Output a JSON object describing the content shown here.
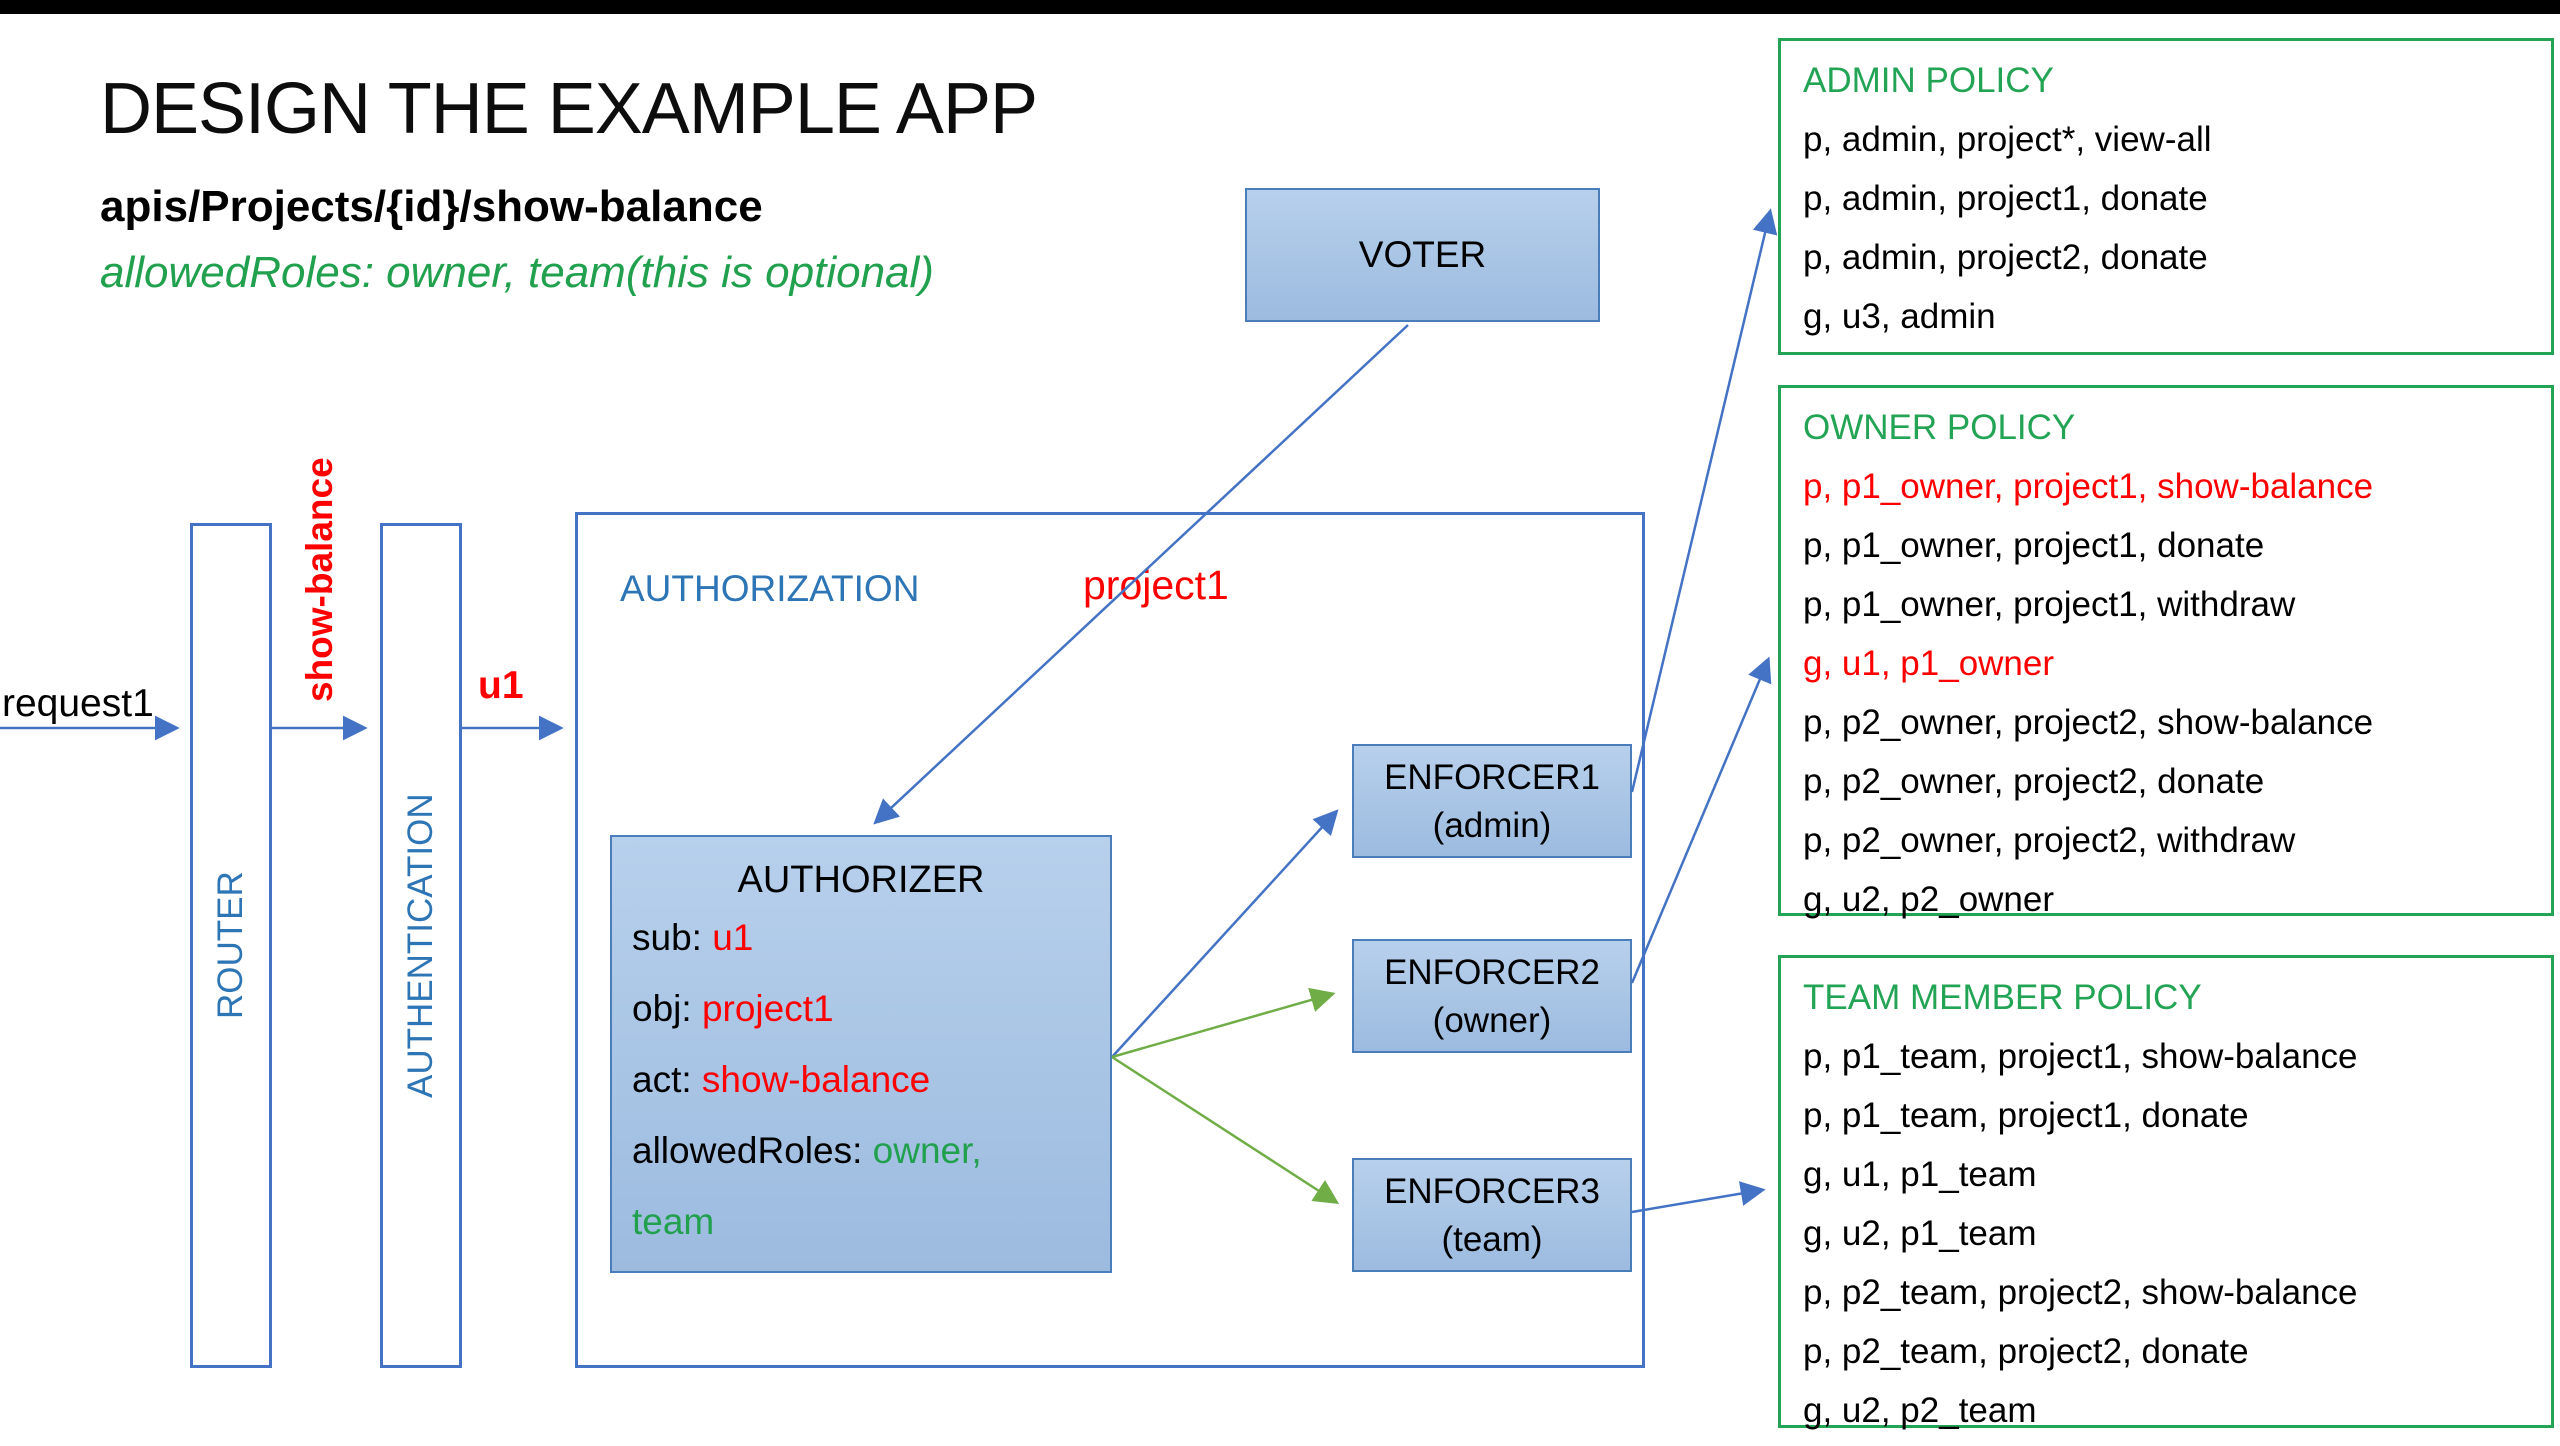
{
  "header": {
    "title": "DESIGN THE EXAMPLE APP",
    "subtitle": "apis/Projects/{id}/show-balance",
    "note": "allowedRoles: owner, team(this is optional)"
  },
  "flow": {
    "request_label": "request1",
    "router_label": "ROUTER",
    "show_balance_label": "show-balance",
    "authentication_label": "AUTHENTICATION",
    "u1_label": "u1",
    "authorization_label": "AUTHORIZATION",
    "project1_label": "project1",
    "voter_label": "VOTER"
  },
  "authorizer": {
    "title": "AUTHORIZER",
    "fields": [
      {
        "label": "sub: ",
        "value": "u1"
      },
      {
        "label": "obj: ",
        "value": "project1"
      },
      {
        "label": "act: ",
        "value": "show-balance"
      },
      {
        "label": "allowedRoles: ",
        "value": "owner,"
      },
      {
        "label": "",
        "value": "team"
      }
    ]
  },
  "enforcers": [
    {
      "name": "ENFORCER1",
      "role": "(admin)"
    },
    {
      "name": "ENFORCER2",
      "role": "(owner)"
    },
    {
      "name": "ENFORCER3",
      "role": "(team)"
    }
  ],
  "policies": {
    "admin": {
      "title": "ADMIN POLICY",
      "lines": [
        "p, admin, project*, view-all",
        "p, admin, project1, donate",
        "p, admin, project2, donate",
        "g, u3, admin"
      ]
    },
    "owner": {
      "title": "OWNER POLICY",
      "lines": [
        "p, p1_owner, project1, show-balance",
        "p, p1_owner, project1, donate",
        "p, p1_owner, project1, withdraw",
        "g, u1, p1_owner",
        "p, p2_owner, project2, show-balance",
        "p, p2_owner, project2, donate",
        "p, p2_owner, project2, withdraw",
        "g, u2, p2_owner"
      ]
    },
    "team": {
      "title": "TEAM MEMBER POLICY",
      "lines": [
        "p, p1_team, project1, show-balance",
        "p, p1_team, project1, donate",
        "g, u1, p1_team",
        "g, u2, p1_team",
        "p, p2_team, project2, show-balance",
        "p, p2_team, project2, donate",
        "g, u2, p2_team"
      ]
    }
  },
  "colors": {
    "accent_blue": "#4472c4",
    "label_blue": "#2e75b6",
    "box_fill_top": "#b7d0ec",
    "box_fill_bottom": "#9cbbdf",
    "red": "#ff0000",
    "green": "#23a455",
    "arrow_green": "#70ad47",
    "topbar_black": "#000000"
  }
}
